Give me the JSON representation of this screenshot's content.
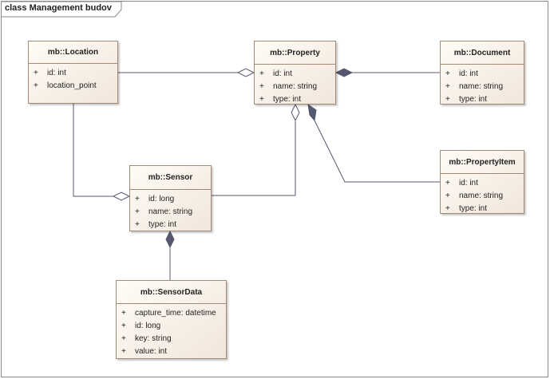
{
  "diagram": {
    "title": "class Management budov",
    "colors": {
      "frame": "#8a8a8a",
      "box_border": "#a08a78",
      "box_fill_light": "#fffcf6",
      "box_fill_dark": "#f1e6db",
      "connector": "#55586e"
    },
    "classes": {
      "location": {
        "name": "mb::Location",
        "attributes": [
          {
            "visibility": "+",
            "text": "id: int"
          },
          {
            "visibility": "+",
            "text": "location_point"
          }
        ]
      },
      "property": {
        "name": "mb::Property",
        "attributes": [
          {
            "visibility": "+",
            "text": "id: int"
          },
          {
            "visibility": "+",
            "text": "name: string"
          },
          {
            "visibility": "+",
            "text": "type: int"
          }
        ]
      },
      "document": {
        "name": "mb::Document",
        "attributes": [
          {
            "visibility": "+",
            "text": "id: int"
          },
          {
            "visibility": "+",
            "text": "name: string"
          },
          {
            "visibility": "+",
            "text": "type: int"
          }
        ]
      },
      "property_item": {
        "name": "mb::PropertyItem",
        "attributes": [
          {
            "visibility": "+",
            "text": "id: int"
          },
          {
            "visibility": "+",
            "text": "name: string"
          },
          {
            "visibility": "+",
            "text": "type: int"
          }
        ]
      },
      "sensor": {
        "name": "mb::Sensor",
        "attributes": [
          {
            "visibility": "+",
            "text": "id: long"
          },
          {
            "visibility": "+",
            "text": "name: string"
          },
          {
            "visibility": "+",
            "text": "type: int"
          }
        ]
      },
      "sensor_data": {
        "name": "mb::SensorData",
        "attributes": [
          {
            "visibility": "+",
            "text": "capture_time: datetime"
          },
          {
            "visibility": "+",
            "text": "id: long"
          },
          {
            "visibility": "+",
            "text": "key: string"
          },
          {
            "visibility": "+",
            "text": "value: int"
          }
        ]
      }
    },
    "relationships": [
      {
        "from": "mb::Location",
        "to": "mb::Property",
        "type": "aggregation"
      },
      {
        "from": "mb::Document",
        "to": "mb::Property",
        "type": "composition"
      },
      {
        "from": "mb::PropertyItem",
        "to": "mb::Property",
        "type": "composition"
      },
      {
        "from": "mb::Sensor",
        "to": "mb::Property",
        "type": "aggregation"
      },
      {
        "from": "mb::Location",
        "to": "mb::Sensor",
        "type": "aggregation"
      },
      {
        "from": "mb::SensorData",
        "to": "mb::Sensor",
        "type": "composition"
      }
    ]
  }
}
